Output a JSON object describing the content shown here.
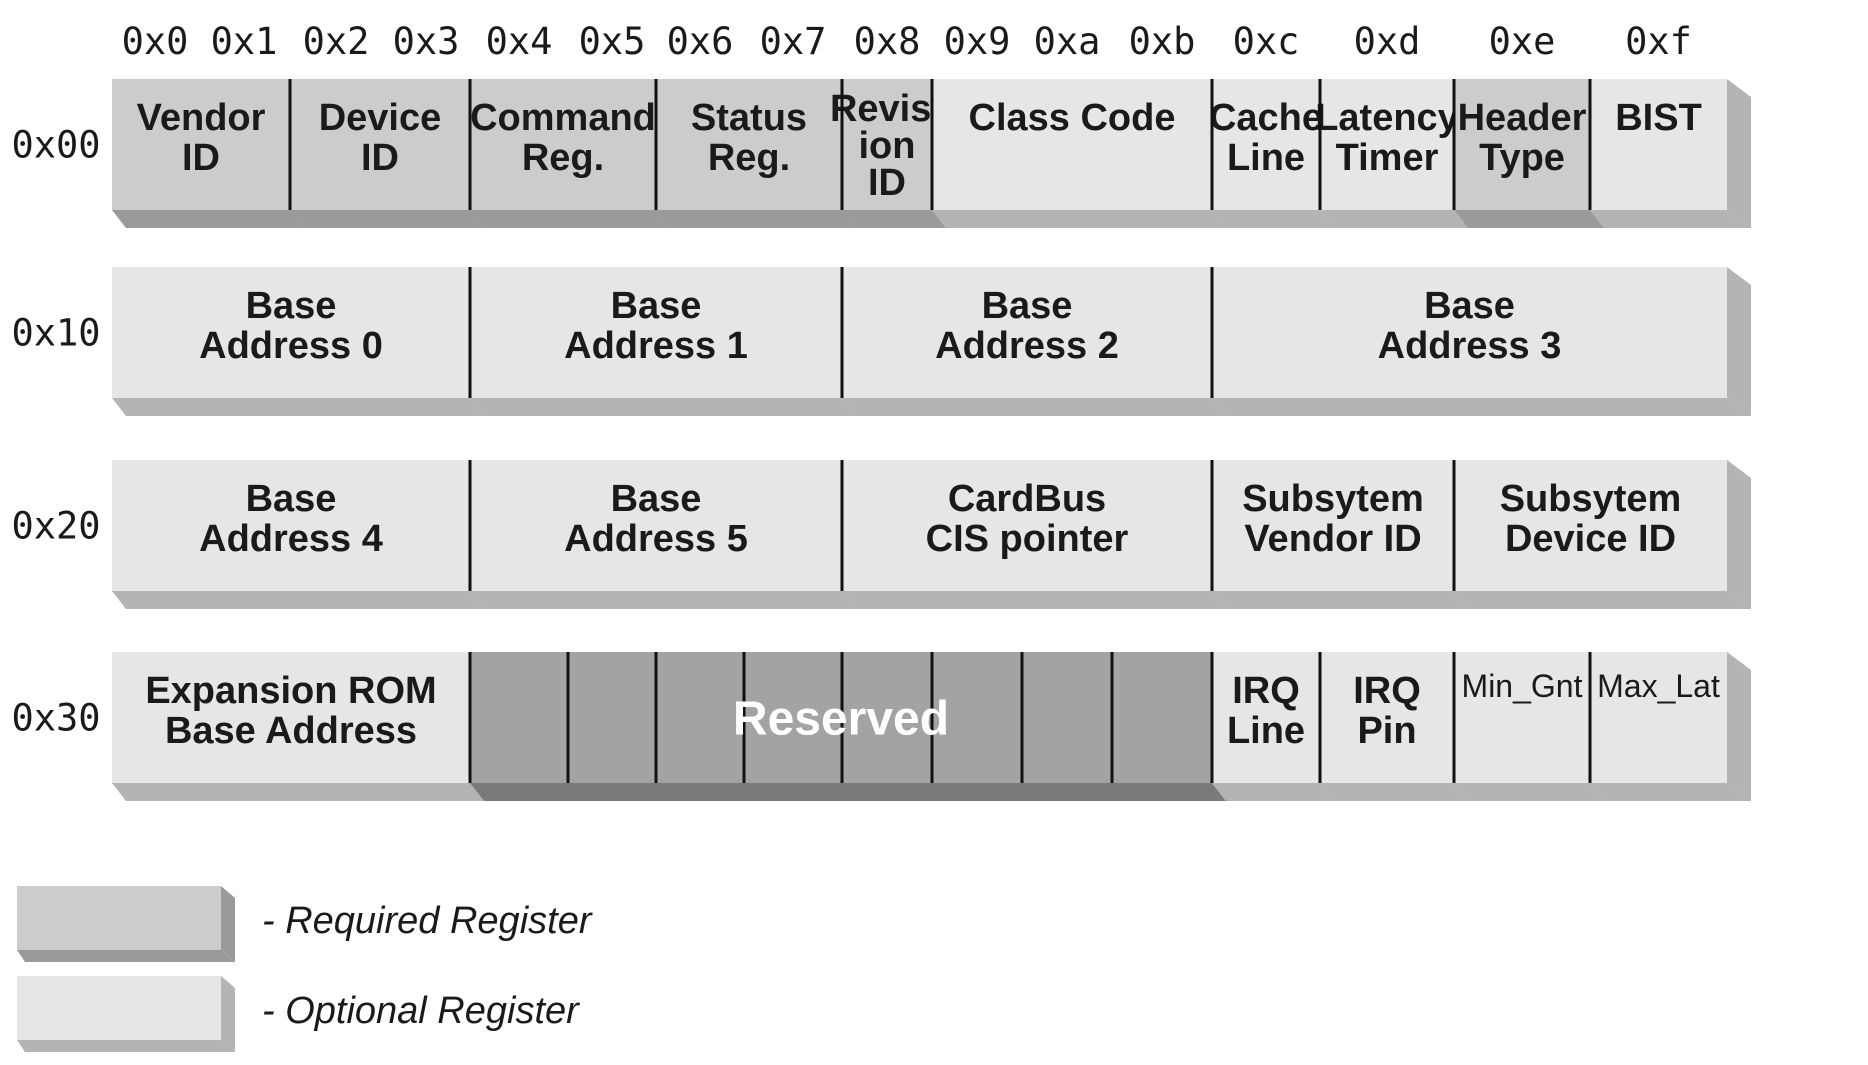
{
  "colors": {
    "required_face": "#cccccc",
    "optional_face": "#e6e6e6",
    "reserved_face": "#a3a3a3",
    "required_shadow": "#9a9a9a",
    "optional_shadow": "#b4b4b4",
    "reserved_shadow": "#7a7a7a",
    "divider": "#111111"
  },
  "column_headers": [
    "0x0",
    "0x1",
    "0x2",
    "0x3",
    "0x4",
    "0x5",
    "0x6",
    "0x7",
    "0x8",
    "0x9",
    "0xa",
    "0xb",
    "0xc",
    "0xd",
    "0xe",
    "0xf"
  ],
  "rows": [
    {
      "offset": "0x00",
      "cells": [
        {
          "lines": [
            "Vendor",
            "ID"
          ],
          "start": 0,
          "span": 2,
          "kind": "required"
        },
        {
          "lines": [
            "Device",
            "ID"
          ],
          "start": 2,
          "span": 2,
          "kind": "required"
        },
        {
          "lines": [
            "Command",
            "Reg."
          ],
          "start": 4,
          "span": 2,
          "kind": "required"
        },
        {
          "lines": [
            "Status",
            "Reg."
          ],
          "start": 6,
          "span": 2,
          "kind": "required"
        },
        {
          "lines": [
            "Revis-",
            "ion",
            "ID"
          ],
          "start": 8,
          "span": 1,
          "kind": "required"
        },
        {
          "lines": [
            "Class Code"
          ],
          "start": 9,
          "span": 3,
          "kind": "optional"
        },
        {
          "lines": [
            "Cache",
            "Line"
          ],
          "start": 12,
          "span": 1,
          "kind": "optional"
        },
        {
          "lines": [
            "Latency",
            "Timer"
          ],
          "start": 13,
          "span": 1,
          "kind": "optional"
        },
        {
          "lines": [
            "Header",
            "Type"
          ],
          "start": 14,
          "span": 1,
          "kind": "required"
        },
        {
          "lines": [
            "BIST"
          ],
          "start": 15,
          "span": 1,
          "kind": "optional"
        }
      ]
    },
    {
      "offset": "0x10",
      "cells": [
        {
          "lines": [
            "Base",
            "Address 0"
          ],
          "start": 0,
          "span": 4,
          "kind": "optional"
        },
        {
          "lines": [
            "Base",
            "Address 1"
          ],
          "start": 4,
          "span": 4,
          "kind": "optional"
        },
        {
          "lines": [
            "Base",
            "Address 2"
          ],
          "start": 8,
          "span": 4,
          "kind": "optional"
        },
        {
          "lines": [
            "Base",
            "Address 3"
          ],
          "start": 12,
          "span": 4,
          "kind": "optional"
        }
      ]
    },
    {
      "offset": "0x20",
      "cells": [
        {
          "lines": [
            "Base",
            "Address 4"
          ],
          "start": 0,
          "span": 4,
          "kind": "optional"
        },
        {
          "lines": [
            "Base",
            "Address 5"
          ],
          "start": 4,
          "span": 4,
          "kind": "optional"
        },
        {
          "lines": [
            "CardBus",
            "CIS pointer"
          ],
          "start": 8,
          "span": 4,
          "kind": "optional"
        },
        {
          "lines": [
            "Subsytem",
            "Vendor ID"
          ],
          "start": 12,
          "span": 2,
          "kind": "optional"
        },
        {
          "lines": [
            "Subsytem",
            "Device ID"
          ],
          "start": 14,
          "span": 2,
          "kind": "optional"
        }
      ]
    },
    {
      "offset": "0x30",
      "cells": [
        {
          "lines": [
            "Expansion ROM",
            "Base Address"
          ],
          "start": 0,
          "span": 4,
          "kind": "optional"
        },
        {
          "lines": [
            "Reserved"
          ],
          "start": 4,
          "span": 8,
          "kind": "reserved"
        },
        {
          "lines": [
            "IRQ",
            "Line"
          ],
          "start": 12,
          "span": 1,
          "kind": "optional"
        },
        {
          "lines": [
            "IRQ",
            "Pin"
          ],
          "start": 13,
          "span": 1,
          "kind": "optional"
        },
        {
          "lines": [
            "Min_Gnt"
          ],
          "start": 14,
          "span": 1,
          "kind": "optional",
          "style": "small"
        },
        {
          "lines": [
            "Max_Lat"
          ],
          "start": 15,
          "span": 1,
          "kind": "optional",
          "style": "small"
        }
      ]
    }
  ],
  "legend": [
    {
      "kind": "required",
      "label": "- Required Register"
    },
    {
      "kind": "optional",
      "label": "- Optional Register"
    }
  ]
}
